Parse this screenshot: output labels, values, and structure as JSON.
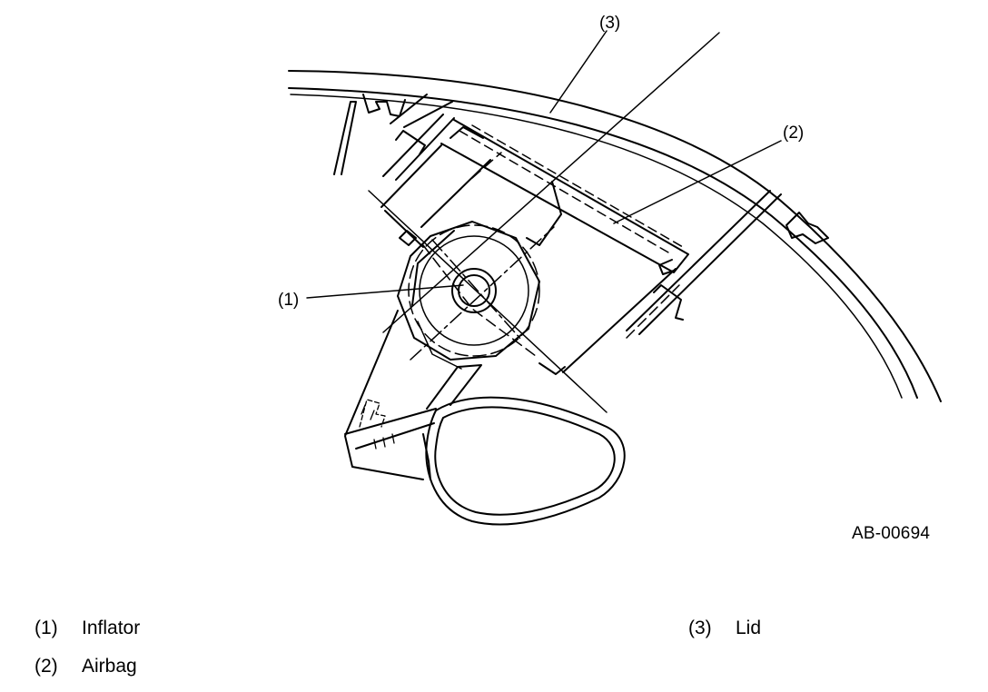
{
  "callouts": {
    "c1": "(1)",
    "c2": "(2)",
    "c3": "(3)"
  },
  "figure_id": "AB-00694",
  "legend": [
    {
      "num": "(1)",
      "label": "Inflator"
    },
    {
      "num": "(2)",
      "label": "Airbag"
    },
    {
      "num": "(3)",
      "label": "Lid"
    }
  ]
}
